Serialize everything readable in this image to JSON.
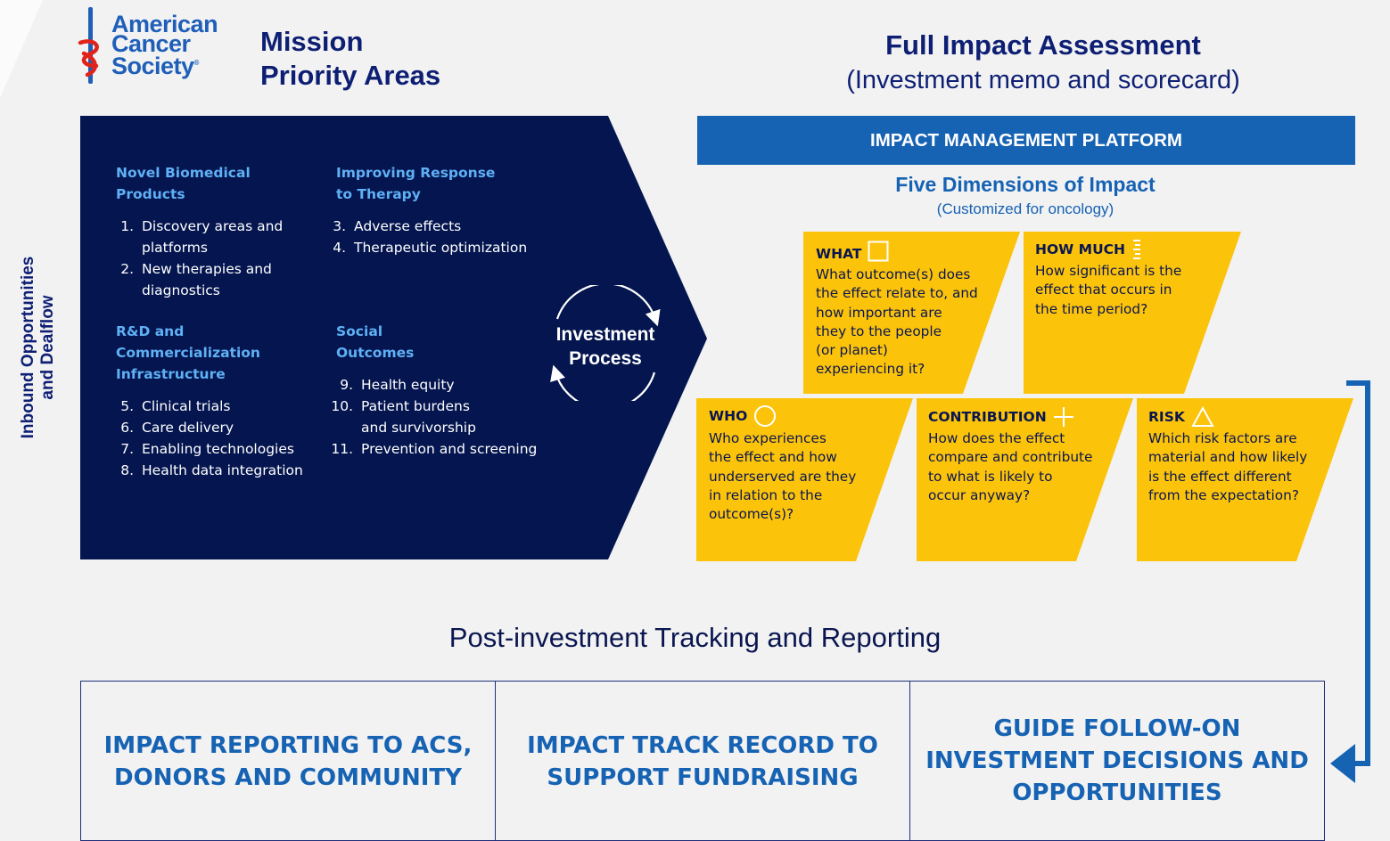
{
  "logo": {
    "lines": [
      "American",
      "Cancer",
      "Society"
    ],
    "mark": "®"
  },
  "mission": {
    "title_line1": "Mission",
    "title_line2": "Priority Areas"
  },
  "inbound": {
    "line1": "Inbound Opportunities",
    "line2": "and Dealflow"
  },
  "areas": [
    {
      "head": [
        "Novel Biomedical",
        "Products"
      ],
      "items": [
        {
          "n": "1.",
          "lines": [
            "Discovery areas and",
            "platforms"
          ]
        },
        {
          "n": "2.",
          "lines": [
            "New therapies and",
            "diagnostics"
          ]
        }
      ]
    },
    {
      "head": [
        "Improving Response",
        "to Therapy"
      ],
      "items": [
        {
          "n": "3.",
          "lines": [
            "Adverse effects"
          ]
        },
        {
          "n": "4.",
          "lines": [
            "Therapeutic optimization"
          ]
        }
      ]
    },
    {
      "head": [
        "R&D and",
        "Commercialization",
        "Infrastructure"
      ],
      "items": [
        {
          "n": "5.",
          "lines": [
            "Clinical trials"
          ]
        },
        {
          "n": "6.",
          "lines": [
            "Care delivery"
          ]
        },
        {
          "n": "7.",
          "lines": [
            "Enabling technologies"
          ]
        },
        {
          "n": "8.",
          "lines": [
            "Health data integration"
          ]
        }
      ]
    },
    {
      "head": [
        "Social",
        "Outcomes"
      ],
      "items": [
        {
          "n": "9.",
          "lines": [
            "Health equity"
          ]
        },
        {
          "n": "10.",
          "lines": [
            "Patient burdens",
            "and survivorship"
          ]
        },
        {
          "n": "11.",
          "lines": [
            "Prevention and screening"
          ]
        }
      ]
    }
  ],
  "process": {
    "line1": "Investment",
    "line2": "Process"
  },
  "assessment": {
    "title": "Full Impact Assessment",
    "subtitle": "(Investment memo and scorecard)"
  },
  "platform": {
    "label": "IMPACT MANAGEMENT PLATFORM"
  },
  "five": {
    "title": "Five Dimensions of Impact",
    "subtitle": "(Customized for oncology)"
  },
  "dimensions": [
    {
      "key": "what",
      "label": "WHAT",
      "icon": "square-icon",
      "lines": [
        "What outcome(s) does",
        "the effect relate to, and",
        "how important are",
        "they to the people",
        "(or planet)",
        "experiencing it?"
      ]
    },
    {
      "key": "how_much",
      "label": "HOW MUCH",
      "icon": "scale-icon",
      "lines": [
        "How significant is the",
        "effect that occurs in",
        "the time period?"
      ]
    },
    {
      "key": "who",
      "label": "WHO",
      "icon": "circle-icon",
      "lines": [
        "Who experiences",
        "the effect and how",
        "underserved are they",
        "in relation to the",
        "outcome(s)?"
      ]
    },
    {
      "key": "contribution",
      "label": "CONTRIBUTION",
      "icon": "plus-icon",
      "lines": [
        "How does the effect",
        "compare and contribute",
        "to what is likely to",
        "occur anyway?"
      ]
    },
    {
      "key": "risk",
      "label": "RISK",
      "icon": "triangle-icon",
      "lines": [
        "Which risk factors are",
        "material and how likely",
        "is the effect different",
        "from the expectation?"
      ]
    }
  ],
  "post": {
    "title": "Post-investment Tracking and Reporting"
  },
  "outputs": [
    {
      "lines": [
        "IMPACT REPORTING TO ACS,",
        "DONORS AND COMMUNITY"
      ]
    },
    {
      "lines": [
        "IMPACT TRACK RECORD TO",
        "SUPPORT FUNDRAISING"
      ]
    },
    {
      "lines": [
        "GUIDE FOLLOW-ON",
        "INVESTMENT DECISIONS AND",
        "OPPORTUNITIES"
      ]
    }
  ],
  "colors": {
    "navy": "#04154f",
    "blue": "#1662b3",
    "yellow": "#fcc30b",
    "light_blue": "#5fb0f5"
  }
}
